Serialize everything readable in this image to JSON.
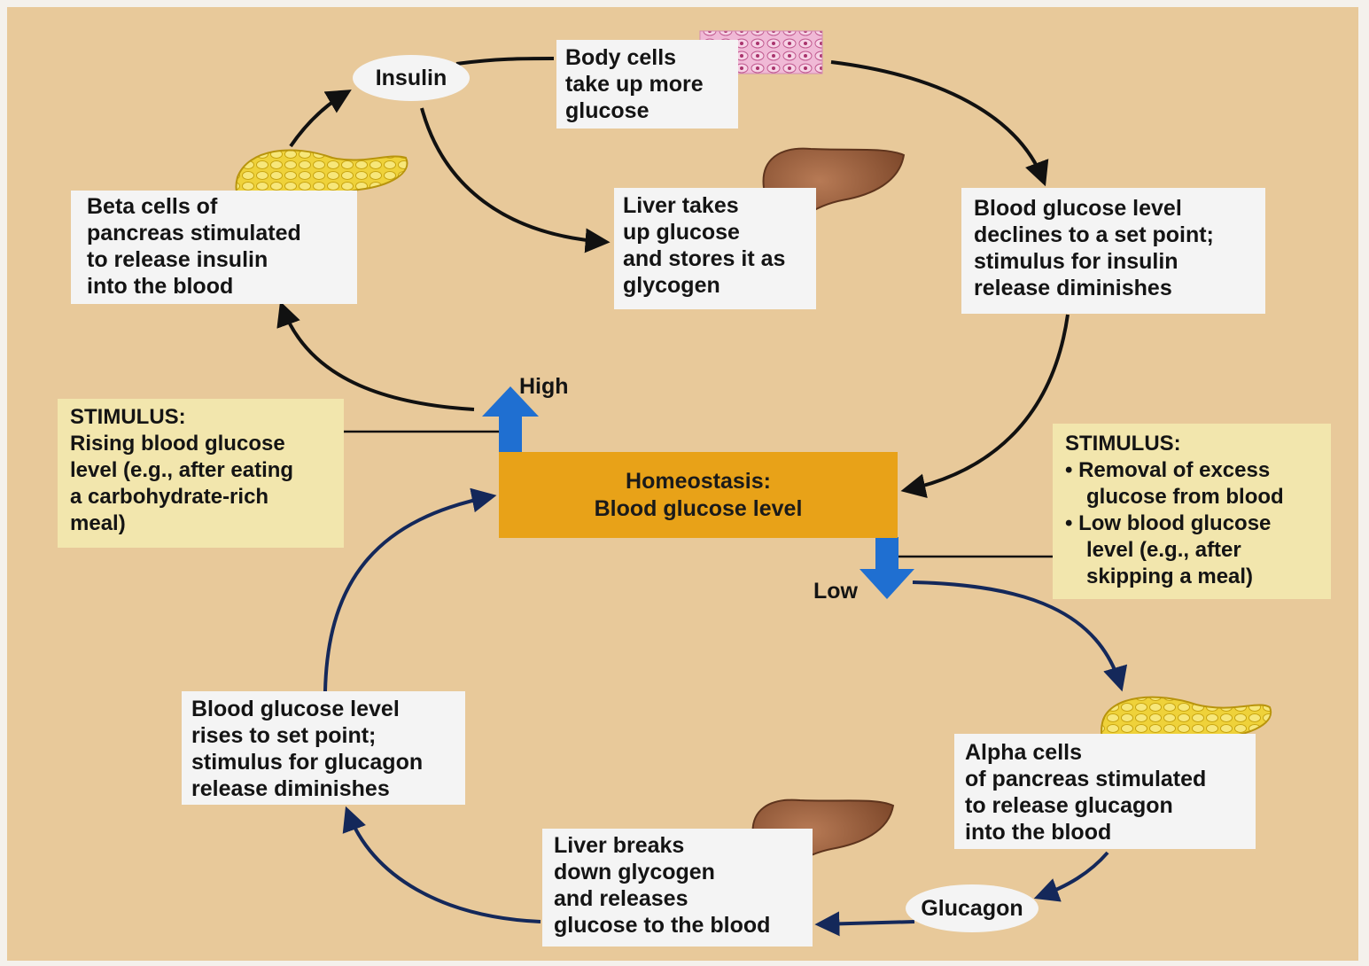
{
  "homeostasis": {
    "title": "Homeostasis:",
    "subtitle": "Blood glucose level"
  },
  "labels": {
    "high": "High",
    "low": "Low",
    "insulin": "Insulin",
    "glucagon": "Glucagon"
  },
  "boxes": {
    "body_cells": [
      "Body cells",
      "take up more",
      "glucose"
    ],
    "beta_cells": [
      "Beta cells of",
      "pancreas stimulated",
      "to release insulin",
      "into the blood"
    ],
    "liver_takes_up": [
      "Liver takes",
      "up glucose",
      "and stores it as",
      "glycogen"
    ],
    "declines": [
      "Blood glucose level",
      "declines to a set point;",
      "stimulus for insulin",
      "release diminishes"
    ],
    "rises": [
      "Blood glucose level",
      "rises to set point;",
      "stimulus for glucagon",
      "release diminishes"
    ],
    "liver_breaks": [
      "Liver breaks",
      "down glycogen",
      "and releases",
      "glucose to the blood"
    ],
    "alpha_cells": [
      "Alpha cells",
      "of pancreas stimulated",
      "to release glucagon",
      "into the blood"
    ]
  },
  "stimulus_high": [
    "STIMULUS:",
    "Rising blood glucose",
    "level (e.g., after eating",
    "a carbohydrate-rich",
    "meal)"
  ],
  "stimulus_low": [
    "STIMULUS:",
    "• Removal of excess",
    "glucose from blood",
    "• Low blood glucose",
    "level (e.g., after",
    "skipping a meal)"
  ],
  "icons": [
    "pancreas-icon",
    "liver-icon",
    "body-cells-icon",
    "up-arrow-icon",
    "down-arrow-icon"
  ],
  "colors": {
    "background": "#e8c99a",
    "homeostasis_box": "#e8a218",
    "stimulus_box": "#f2e6ad",
    "arrow_blue": "#1f6fd1",
    "cycle_arrow_dark": "#111111",
    "cycle_arrow_navy": "#14285a"
  }
}
